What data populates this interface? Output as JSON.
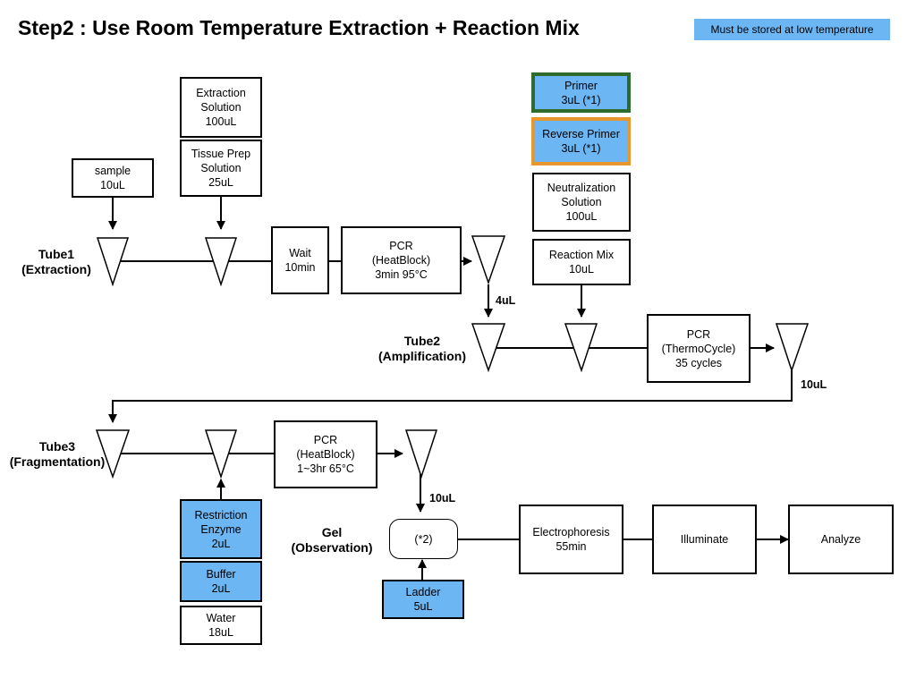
{
  "title": "Step2 : Use Room Temperature Extraction + Reaction Mix",
  "legend": {
    "label": "Must be stored at low temperature",
    "color": "#6cb6f4"
  },
  "tubes": {
    "tube1": "Tube1\n(Extraction)",
    "tube2": "Tube2\n(Amplification)",
    "tube3": "Tube3\n(Fragmentation)",
    "gel": "Gel\n(Observation)"
  },
  "steps": {
    "sample": "sample\n10uL",
    "extraction_solution": "Extraction\nSolution\n100uL",
    "tissue_prep": "Tissue Prep\nSolution\n25uL",
    "wait": "Wait\n10min",
    "pcr_heatblock_1": "PCR\n(HeatBlock)\n3min 95°C",
    "primer": "Primer\n3uL (*1)",
    "reverse_primer": "Reverse Primer\n3uL (*1)",
    "neutralization": "Neutralization\nSolution\n100uL",
    "reaction_mix": "Reaction Mix\n10uL",
    "pcr_thermocycle": "PCR\n(ThermoCycle)\n35 cycles",
    "pcr_heatblock_2": "PCR\n(HeatBlock)\n1~3hr 65°C",
    "restriction_enzyme": "Restriction\nEnzyme\n2uL",
    "buffer": "Buffer\n2uL",
    "water": "Water\n18uL",
    "gel_well": "(*2)",
    "ladder": "Ladder\n5uL",
    "electrophoresis": "Electrophoresis\n55min",
    "illuminate": "Illuminate",
    "analyze": "Analyze"
  },
  "volumes": {
    "to_tube2": "4uL",
    "to_tube3": "10uL",
    "to_gel": "10uL"
  }
}
